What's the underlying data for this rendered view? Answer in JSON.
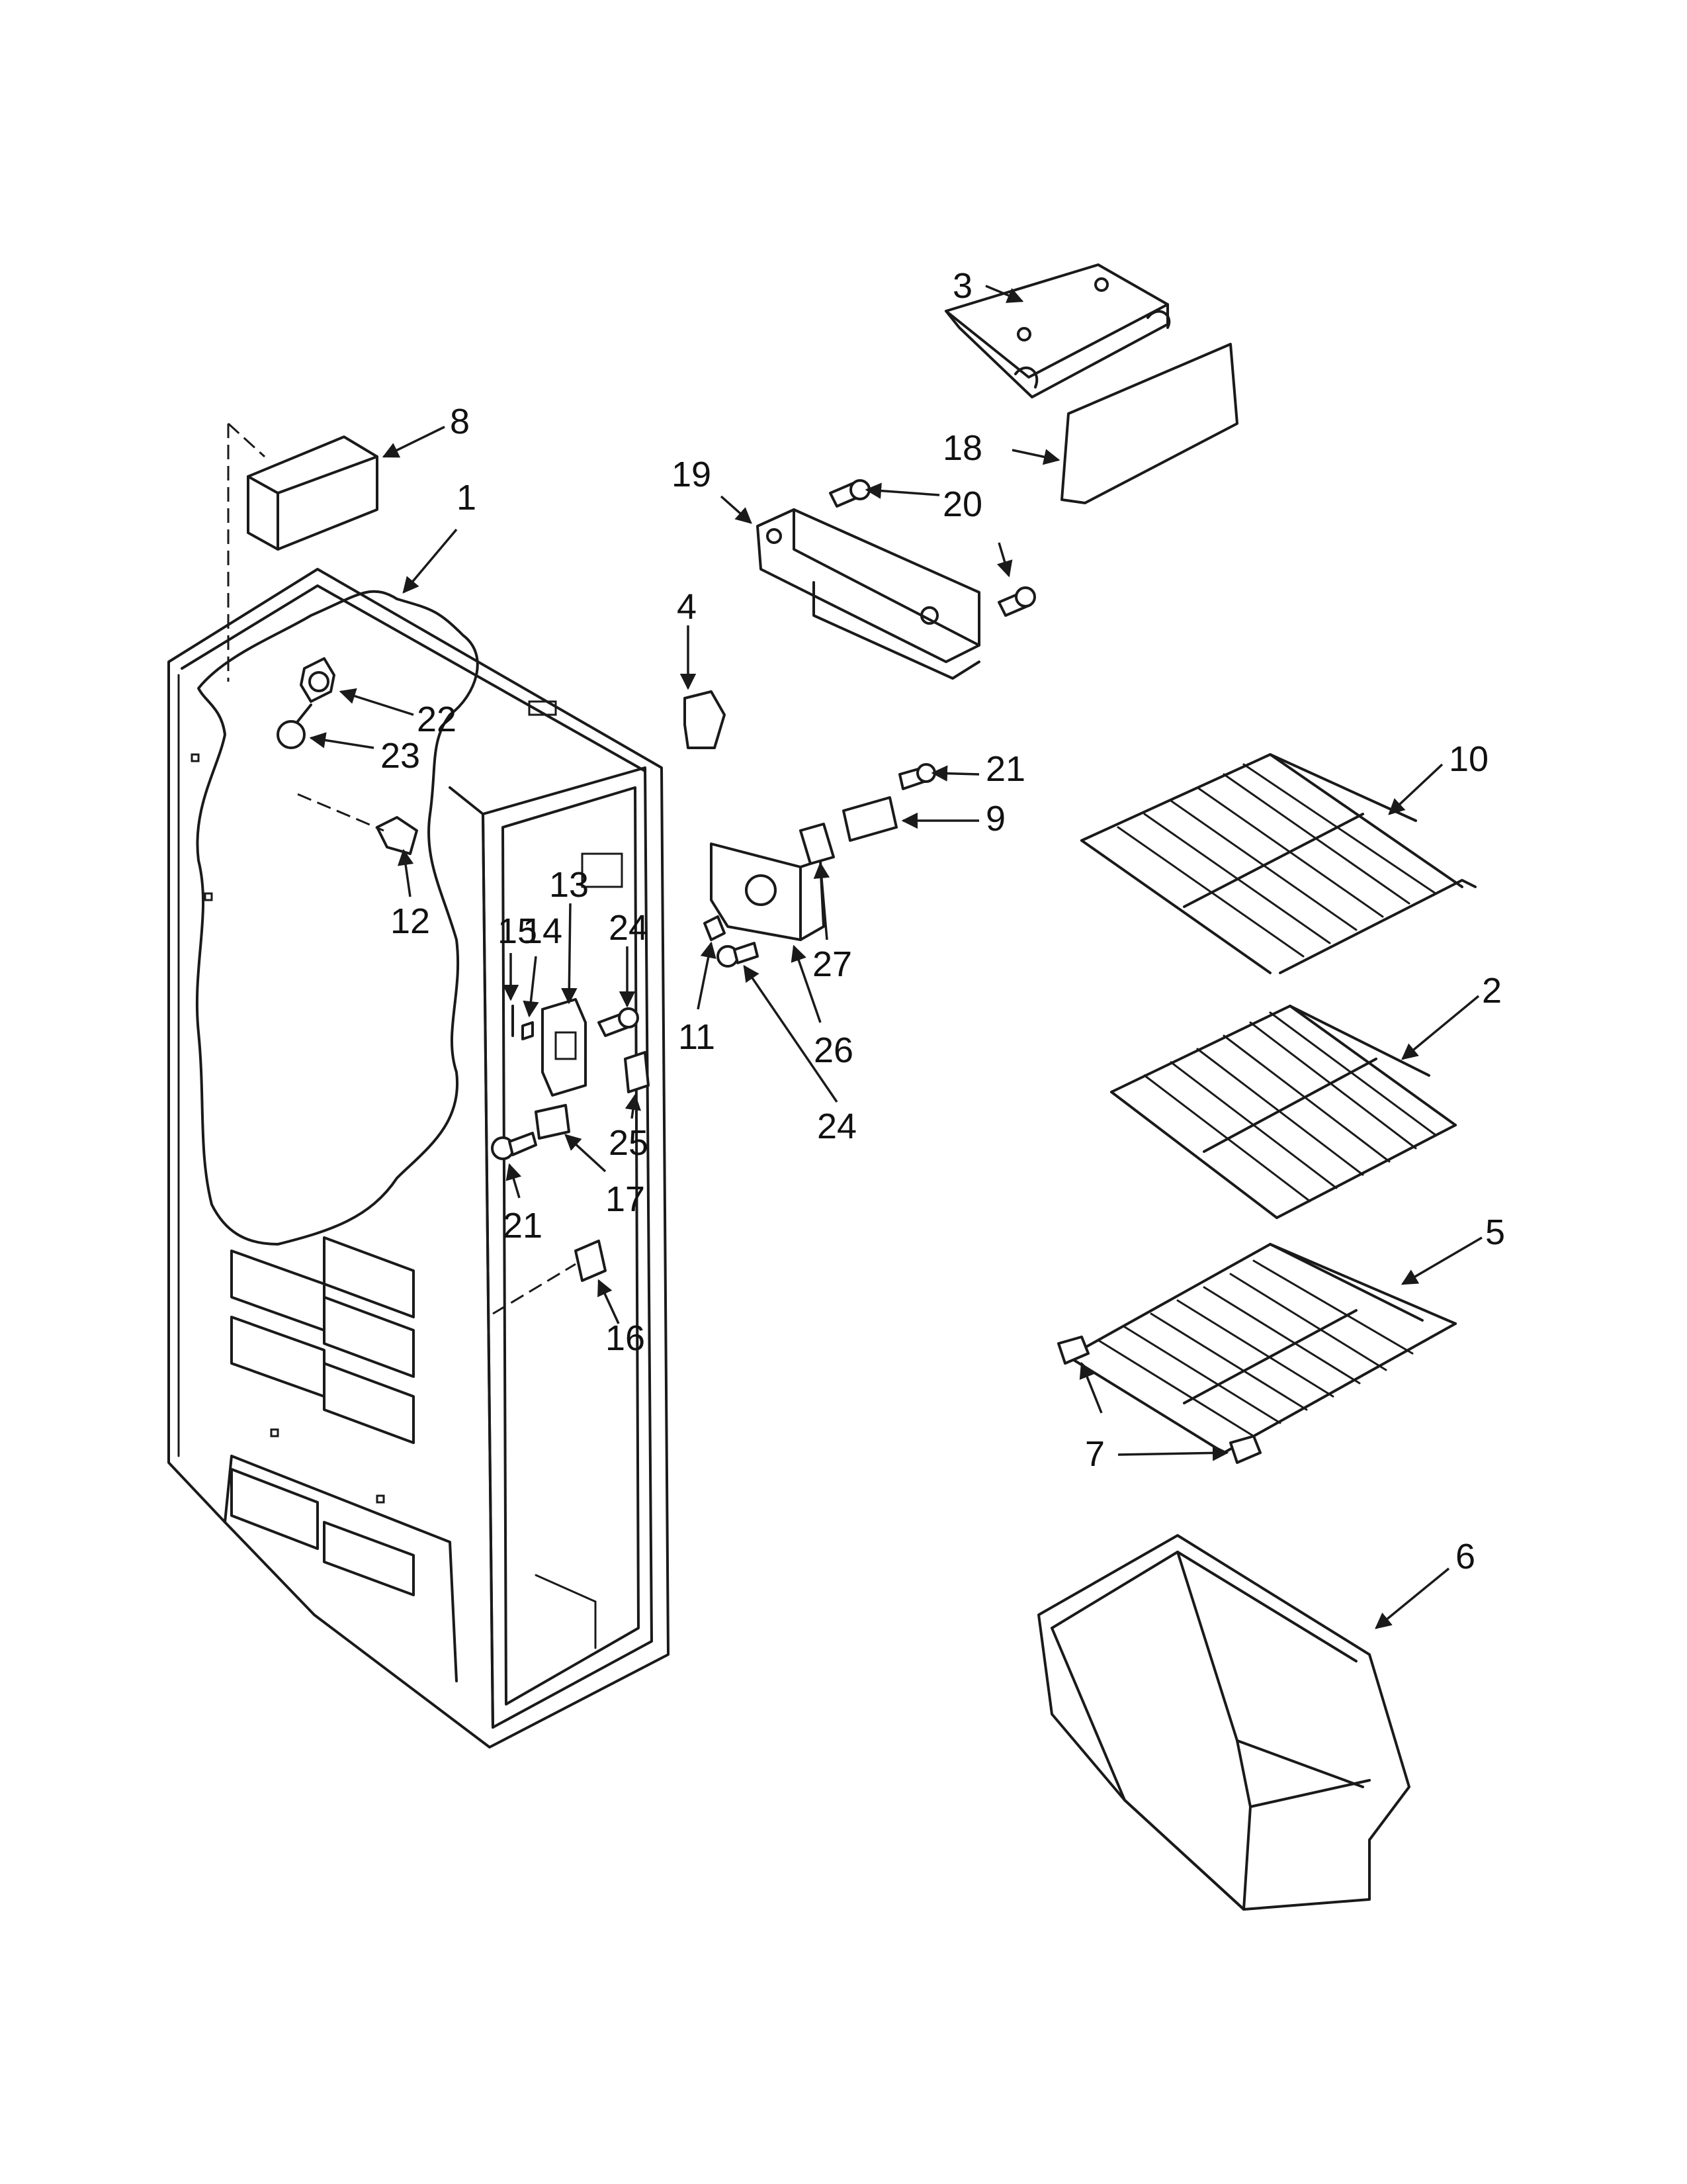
{
  "callouts": {
    "c1": "1",
    "c2": "2",
    "c3": "3",
    "c4": "4",
    "c5": "5",
    "c6": "6",
    "c7": "7",
    "c8": "8",
    "c9": "9",
    "c10": "10",
    "c11": "11",
    "c12": "12",
    "c13": "13",
    "c14": "14",
    "c15": "15",
    "c16": "16",
    "c17": "17",
    "c18": "18",
    "c19": "19",
    "c20": "20",
    "c21a": "21",
    "c21b": "21",
    "c22": "22",
    "c23": "23",
    "c24a": "24",
    "c24b": "24",
    "c25": "25",
    "c26": "26",
    "c27": "27"
  }
}
